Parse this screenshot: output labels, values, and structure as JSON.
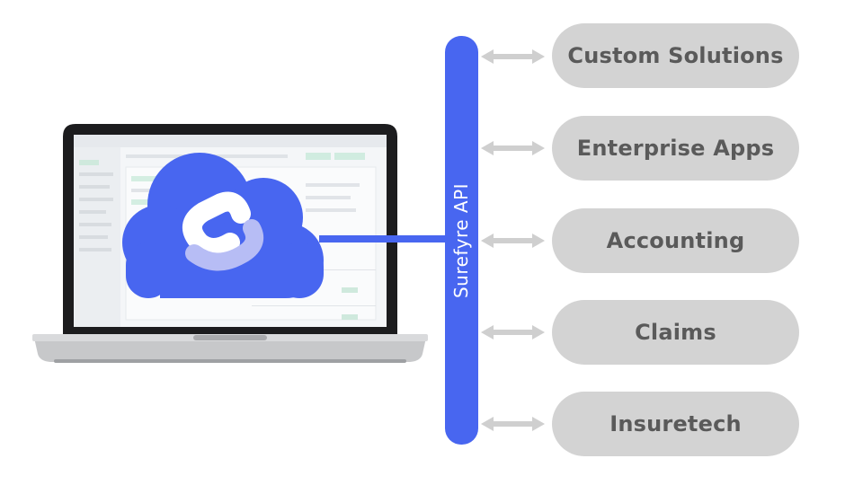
{
  "api": {
    "label": "Surefyre API"
  },
  "endpoints": [
    {
      "label": "Custom Solutions"
    },
    {
      "label": "Enterprise Apps"
    },
    {
      "label": "Accounting"
    },
    {
      "label": "Claims"
    },
    {
      "label": "Insuretech"
    }
  ],
  "colors": {
    "accent": "#4866f0",
    "pill": "#d3d3d3",
    "pill_text": "#5a5a5a",
    "arrow": "#cfcfcf"
  },
  "icons": {
    "laptop": "laptop-icon",
    "cloud": "cloud-icon",
    "logo": "surefyre-logo-icon"
  }
}
